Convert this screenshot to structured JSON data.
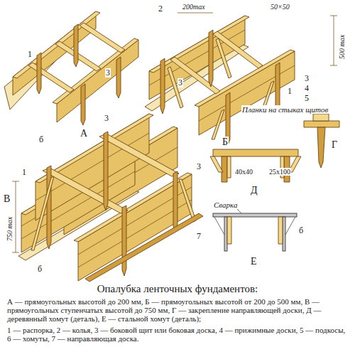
{
  "diagram": {
    "title": "Опалубка ленточных фундаментов:",
    "caption": "А — прямоугольных высотой до 200 мм, Б — прямоугольных высотой от 200 до 500 мм, В — прямоугольных ступенчатых высотой до 750 мм, Г — закрепление направляющей доски, Д — деревянный хомут (деталь), Е — стальной хомут (деталь);",
    "labels": [
      "1",
      "2",
      "3",
      "А",
      "200max",
      "50×50",
      "500 max",
      "3",
      "4",
      "5",
      "1",
      "3",
      "Б",
      "Планки на стыках щитов",
      "Г",
      "40x40",
      "25x100",
      "Д",
      "Сварка",
      "б",
      "Е",
      "б",
      "3",
      "1",
      "3",
      "7",
      "750 max",
      "б",
      "В",
      "1 — распорка, 2 — колья, 3 — боковой щит или боковая доска, 4 — прижимные доски, 5 — подкосы, 6 — хомуты, 7 — направляющая доска."
    ]
  }
}
